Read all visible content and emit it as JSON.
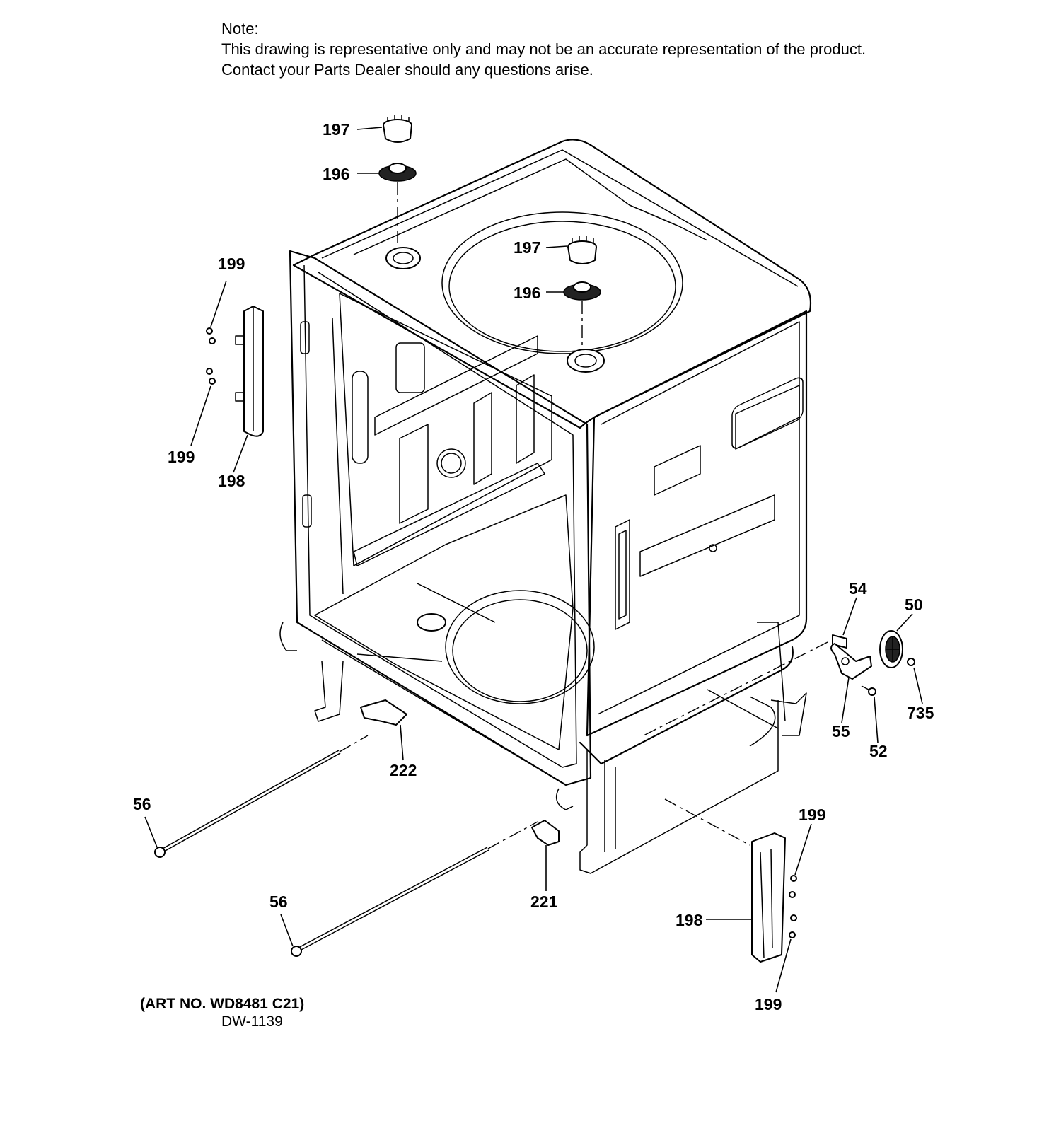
{
  "note": {
    "heading": "Note:",
    "line1": "This drawing is representative only and may not be an accurate representation of the product.",
    "line2": "Contact your Parts Dealer should any questions arise."
  },
  "callouts": {
    "c197_top": "197",
    "c196_top": "196",
    "c197_mid": "197",
    "c196_mid": "196",
    "c199_left_top": "199",
    "c199_left_bottom": "199",
    "c198_left": "198",
    "c54": "54",
    "c50": "50",
    "c735": "735",
    "c55": "55",
    "c52": "52",
    "c222": "222",
    "c56_upper": "56",
    "c56_lower": "56",
    "c221": "221",
    "c199_right_top": "199",
    "c198_right": "198",
    "c199_right_bottom": "199"
  },
  "footer": {
    "art_no": "(ART NO. WD8481 C21)",
    "drawing_no": "DW-1139"
  }
}
